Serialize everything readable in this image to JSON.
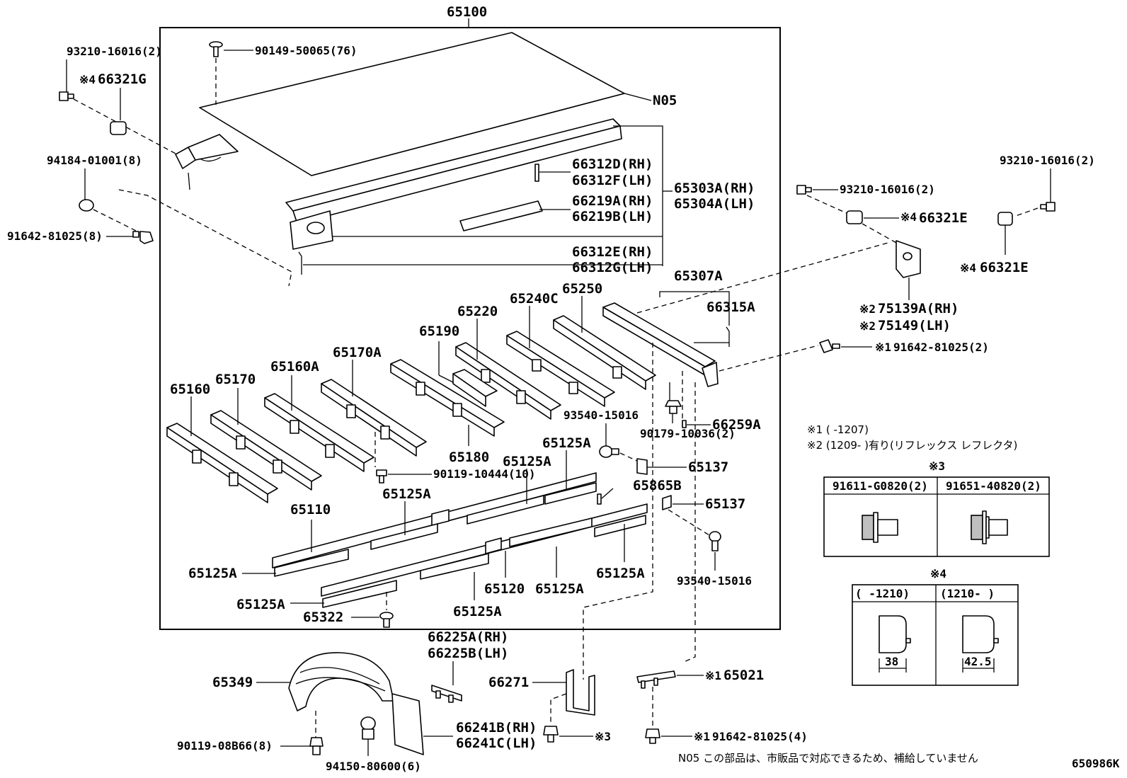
{
  "labels": {
    "assy": "65100",
    "p90149": "90149-50065(76)",
    "n05": "N05",
    "p93210_tl": "93210-16016(2)",
    "mark4a": "※4",
    "p66321g": "66321G",
    "p94184": "94184-01001(8)",
    "p91642a": "91642-81025(8)",
    "p66312d": "66312D(RH)",
    "p66312f": "66312F(LH)",
    "p65303a": "65303A(RH)",
    "p65304a": "65304A(LH)",
    "p66219a": "66219A(RH)",
    "p66219b": "66219B(LH)",
    "p66312e": "66312E(RH)",
    "p66312g": "66312G(LH)",
    "p65307a": "65307A",
    "p66315a": "66315A",
    "p65220": "65220",
    "p65240c": "65240C",
    "p65250": "65250",
    "p65190": "65190",
    "p65160a": "65160A",
    "p65170a": "65170A",
    "p65160": "65160",
    "p65170": "65170",
    "p65180": "65180",
    "p93540a": "93540-15016",
    "p90179": "90179-10036(2)",
    "p66259a": "66259A",
    "p90119a": "90119-10444(10)",
    "p65137a": "65137",
    "p65125a_1": "65125A",
    "p65125a_2": "65125A",
    "p65125a_3": "65125A",
    "p65865b": "65865B",
    "p65137b": "65137",
    "p65110": "65110",
    "p65125a_4": "65125A",
    "p65120": "65120",
    "p65125a_5": "65125A",
    "p65125a_6": "65125A",
    "p93540b": "93540-15016",
    "p65125a_7": "65125A",
    "p65125a_8": "65125A",
    "p65322": "65322",
    "p93210_m": "93210-16016(2)",
    "p93210_tr": "93210-16016(2)",
    "mark4b": "※4",
    "p66321e_a": "66321E",
    "mark4c": "※4",
    "p66321e_b": "66321E",
    "mark2a": "※2",
    "p75139a": "75139A(RH)",
    "mark2b": "※2",
    "p75149": "75149(LH)",
    "mark1a": "※1",
    "p91642b": "91642-81025(2)",
    "p66225a": "66225A(RH)",
    "p66225b": "66225B(LH)",
    "p65349": "65349",
    "p66271": "66271",
    "mark1b": "※1",
    "p65021": "65021",
    "p66241b": "66241B(RH)",
    "p66241c": "66241C(LH)",
    "p90119b": "90119-08B66(8)",
    "p94150": "94150-80600(6)",
    "mark3": "※3",
    "mark1c": "※1",
    "p91642c": "91642-81025(4)",
    "code": "650986K"
  },
  "notes": {
    "n1": "※1 (      -1207)",
    "n2": "※2 (1209-      )有り(リフレックス レフレクタ)",
    "n05": "N05  この部品は、市販品で対応できるため、補給していません"
  },
  "table3": {
    "title": "※3",
    "col1": "91611-G0820(2)",
    "col2": "91651-40820(2)"
  },
  "table4": {
    "title": "※4",
    "col1": "(      -1210)",
    "col2": "(1210-      )",
    "dim1": "38",
    "dim2": "42.5"
  }
}
